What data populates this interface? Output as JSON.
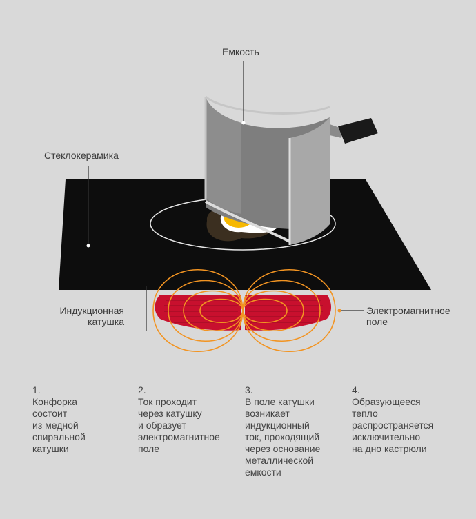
{
  "labels": {
    "container": "Емкость",
    "glass_ceramic": "Стеклокерамика",
    "coil": "Индукционная\nкатушка",
    "field": "Электромагнитное\nполе"
  },
  "steps": [
    {
      "num": "1.",
      "text": "Конфорка\nсостоит\nиз медной\nспиральной\nкатушки"
    },
    {
      "num": "2.",
      "text": "Ток проходит\nчерез катушку\nи образует\nэлектромагнитное\nполе"
    },
    {
      "num": "3.",
      "text": "В поле катушки\nвозникает\nиндукционный\nток, проходящий\nчерез основание\nметаллической\nемкости"
    },
    {
      "num": "4.",
      "text": "Образующееся\nтепло\nраспространяется\nисключительно\nна дно кастрюли"
    }
  ],
  "colors": {
    "background": "#d9d9d9",
    "cooktop": "#0d0d0d",
    "coil": "#c8102e",
    "field": "#f29422",
    "pot": "#9a9a9a",
    "egg_yolk": "#f6b800"
  },
  "icons": [
    "arrow-icon"
  ]
}
